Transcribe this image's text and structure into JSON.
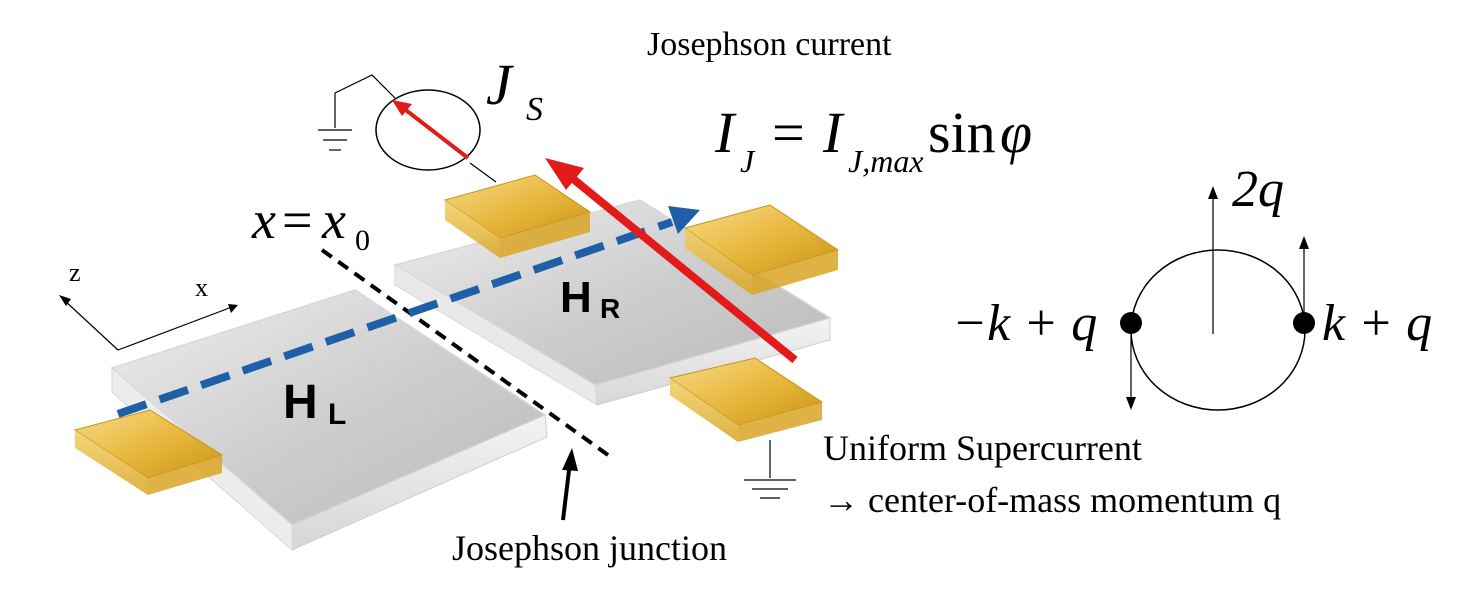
{
  "labels": {
    "josephson_current": "Josephson current",
    "js_main": "J",
    "js_sub": "S",
    "equation": {
      "i1": "I",
      "sub1": "J",
      "eq": "=",
      "i2": "I",
      "sub2": "J,max",
      "sin": "sin",
      "phi": "φ"
    },
    "x_eq": {
      "x": "x",
      "eq": "=",
      "x0": "x",
      "sub": "0"
    },
    "axis_z": "z",
    "axis_x": "x",
    "h_left": {
      "main": "H",
      "sub": "L"
    },
    "h_right": {
      "main": "H",
      "sub": "R"
    },
    "uniform_supercurrent": "Uniform Supercurrent",
    "center_of_mass": "→ center-of-mass momentum q",
    "josephson_junction": "Josephson junction",
    "fermi": {
      "top": "2q",
      "left": "−k + q",
      "right": "k + q"
    }
  },
  "colors": {
    "supercurrent_arrow": "#e31a1a",
    "dashed_line": "#1f5fa8",
    "contact_gold": "#e9b83a",
    "slab_gray": "#c8c8c8"
  }
}
